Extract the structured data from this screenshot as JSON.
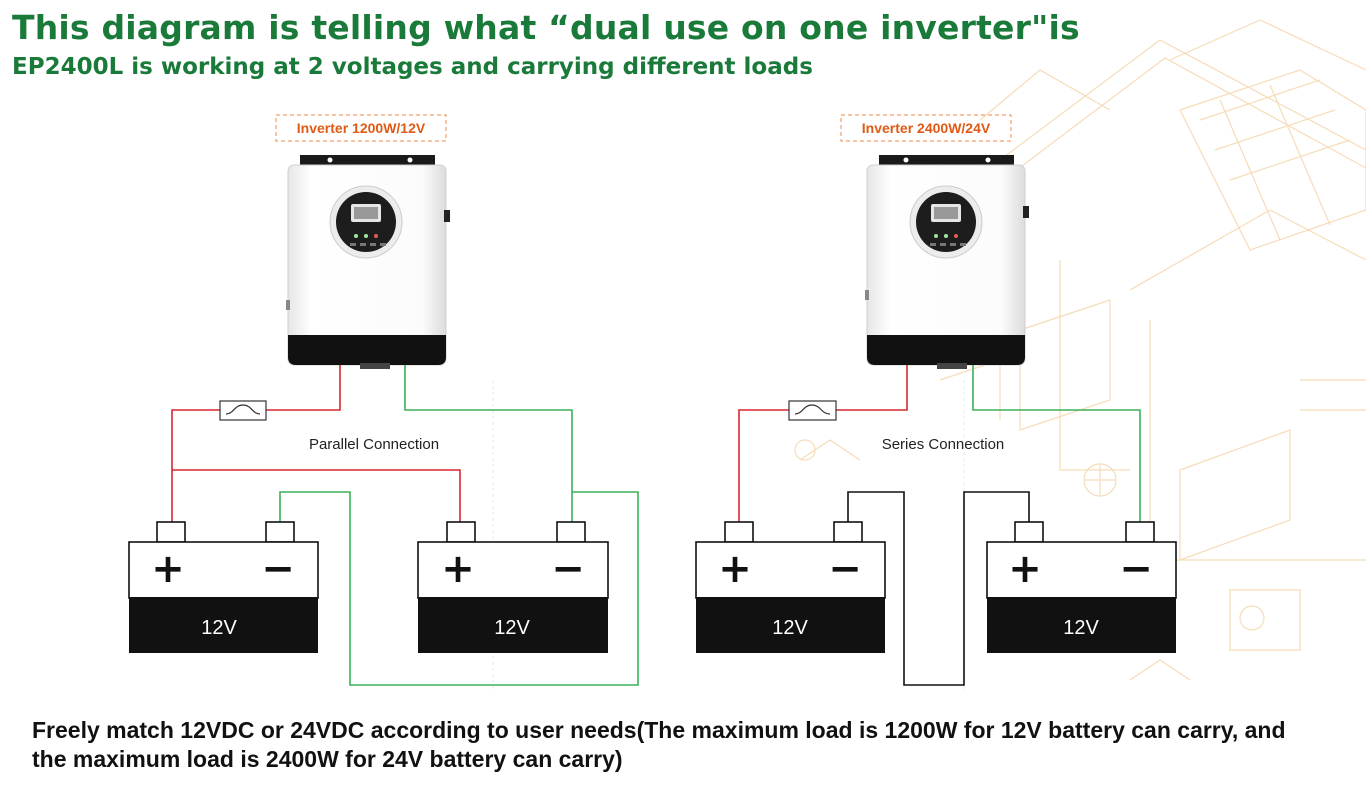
{
  "header": {
    "title": "This diagram is telling what “dual use on one inverter\"is",
    "subtitle": "EP2400L is working at 2 voltages and carrying different loads"
  },
  "left_system": {
    "inverter_label": "Inverter 1200W/12V",
    "connection_label": "Parallel Connection",
    "batteries": [
      {
        "plus": "+",
        "minus": "−",
        "voltage": "12V"
      },
      {
        "plus": "+",
        "minus": "−",
        "voltage": "12V"
      }
    ]
  },
  "right_system": {
    "inverter_label": "Inverter 2400W/24V",
    "connection_label": "Series Connection",
    "batteries": [
      {
        "plus": "+",
        "minus": "−",
        "voltage": "12V"
      },
      {
        "plus": "+",
        "minus": "−",
        "voltage": "12V"
      }
    ]
  },
  "footer": {
    "note": "Freely match 12VDC or 24VDC according to user needs(The maximum load is 1200W for 12V battery can carry, and the maximum load is 2400W for 24V battery can carry)"
  },
  "colors": {
    "title_green": "#1a7a3a",
    "label_orange": "#e05a16",
    "positive_wire": "#d9262e",
    "negative_wire": "#3cb15a",
    "series_wire": "#111111",
    "background_sketch": "#f6dcb8"
  }
}
